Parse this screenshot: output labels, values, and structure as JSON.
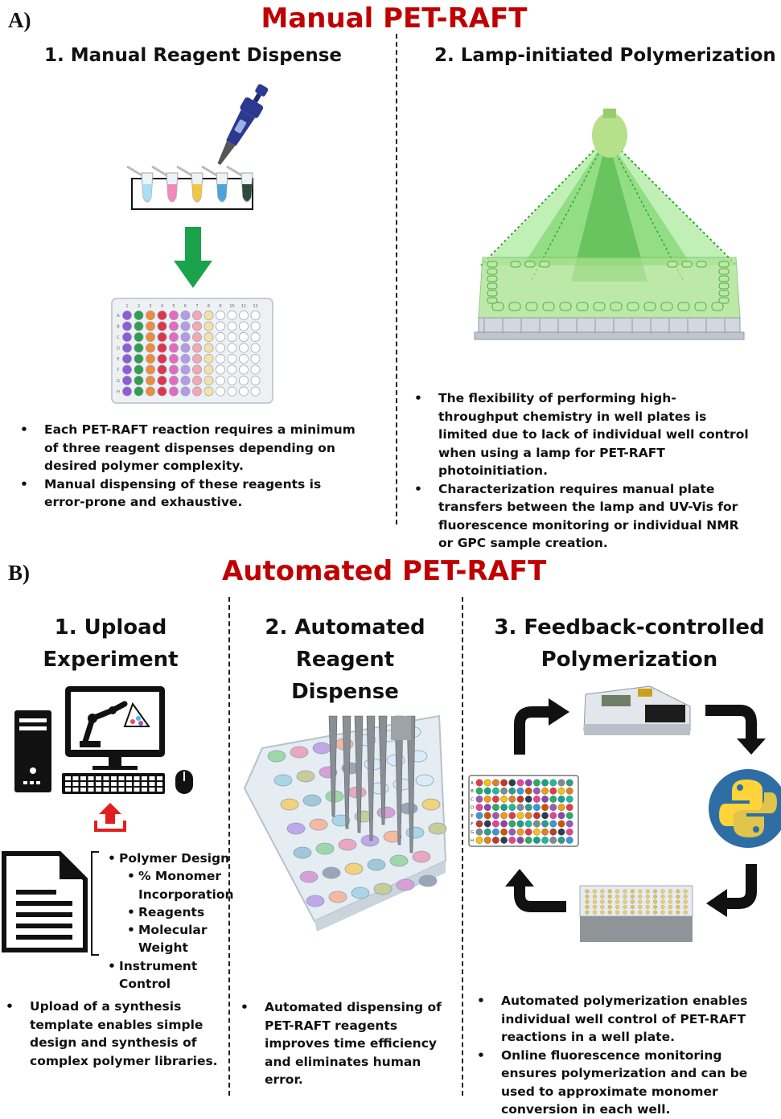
{
  "panel_a": {
    "letter": "A)",
    "title": "Manual PET-RAFT",
    "step1_title": "1. Manual Reagent Dispense",
    "step2_title": "2. Lamp-initiated Polymerization",
    "step1_bullets": [
      "Each PET-RAFT reaction requires a minimum of three reagent dispenses depending on desired polymer complexity.",
      "Manual dispensing of these reagents is error-prone and exhaustive."
    ],
    "step2_bullets": [
      "The flexibility of performing high-throughput chemistry in well plates is limited due to lack of individual well control when using a lamp for PET-RAFT photoinitiation.",
      "Characterization requires manual plate transfers between the lamp and UV-Vis for fluorescence monitoring or individual NMR or GPC sample creation."
    ],
    "plate_col_numbers": [
      "1",
      "2",
      "3",
      "4",
      "5",
      "6",
      "7",
      "8",
      "9",
      "10",
      "11",
      "12"
    ],
    "plate_row_letters": [
      "A",
      "B",
      "C",
      "D",
      "E",
      "F",
      "G",
      "H"
    ]
  },
  "panel_b": {
    "letter": "B)",
    "title": "Automated PET-RAFT",
    "step1_title_line1": "1. Upload",
    "step1_title_line2": "Experiment",
    "step2_title_line1": "2. Automated",
    "step2_title_line2": "Reagent Dispense",
    "step3_title_line1": "3. Feedback-controlled",
    "step3_title_line2": "Polymerization",
    "upload_list": {
      "polymer_design": "Polymer Design",
      "monomer": "% Monomer",
      "monomer_cont": "Incorporation",
      "reagents": "Reagents",
      "molecular": "Molecular",
      "molecular_cont": "Weight",
      "instrument": "Instrument",
      "instrument_cont": "Control"
    },
    "step1_bullet": "Upload of a synthesis template enables simple design and synthesis of complex polymer libraries.",
    "step2_bullet": "Automated dispensing of PET-RAFT reagents improves time efficiency and eliminates human error.",
    "step3_bullets": [
      "Automated polymerization enables individual well control of PET-RAFT reactions in a well plate.",
      "Online fluorescence monitoring ensures polymerization and can be used to approximate monomer conversion in each well."
    ],
    "plate_row_letters": [
      "A",
      "B",
      "C",
      "D",
      "E",
      "F",
      "G",
      "H"
    ]
  },
  "colors": {
    "title_red": "#c00000",
    "arrow_green": "#1aa34a",
    "lamp_green": "#7ed957",
    "python_blue": "#2f6ea5",
    "python_yellow": "#ffd43b",
    "upload_red": "#e02020"
  },
  "icons": [
    "pipette-icon",
    "tube-rack-icon",
    "down-arrow-icon",
    "well-plate-icon",
    "lamp-icon",
    "computer-icon",
    "upload-icon",
    "document-icon",
    "python-logo-icon",
    "plate-reader-icon",
    "cycle-arrow-icon"
  ]
}
